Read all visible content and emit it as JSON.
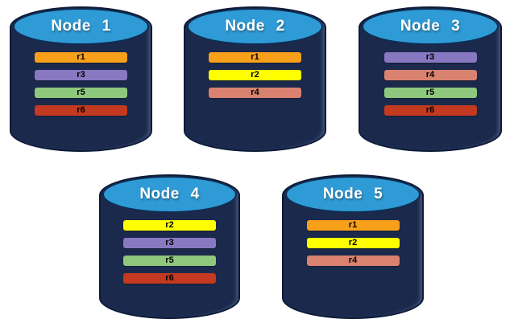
{
  "diagram": {
    "type": "database-replication-diagram",
    "colors": {
      "background": "#FFFFFF",
      "cylinder_body": "#1B2A4C",
      "cylinder_outline": "#0D1B38",
      "cylinder_top": "#2E9BD6",
      "cylinder_top_outline": "#0F2D52",
      "title_color": "#FFFFFF",
      "replica_label_color": "#000000"
    },
    "replica_colors": {
      "r1": "#F9A01B",
      "r2": "#FFFF00",
      "r3": "#8878C2",
      "r4": "#D98270",
      "r5": "#8EC87D",
      "r6": "#C33A21"
    },
    "nodes": [
      {
        "title": "Node 1",
        "replicas": [
          "r1",
          "r3",
          "r5",
          "r6"
        ]
      },
      {
        "title": "Node 2",
        "replicas": [
          "r1",
          "r2",
          "r4"
        ]
      },
      {
        "title": "Node 3",
        "replicas": [
          "r3",
          "r4",
          "r5",
          "r6"
        ]
      },
      {
        "title": "Node 4",
        "replicas": [
          "r2",
          "r3",
          "r5",
          "r6"
        ]
      },
      {
        "title": "Node 5",
        "replicas": [
          "r1",
          "r2",
          "r4"
        ]
      }
    ]
  }
}
